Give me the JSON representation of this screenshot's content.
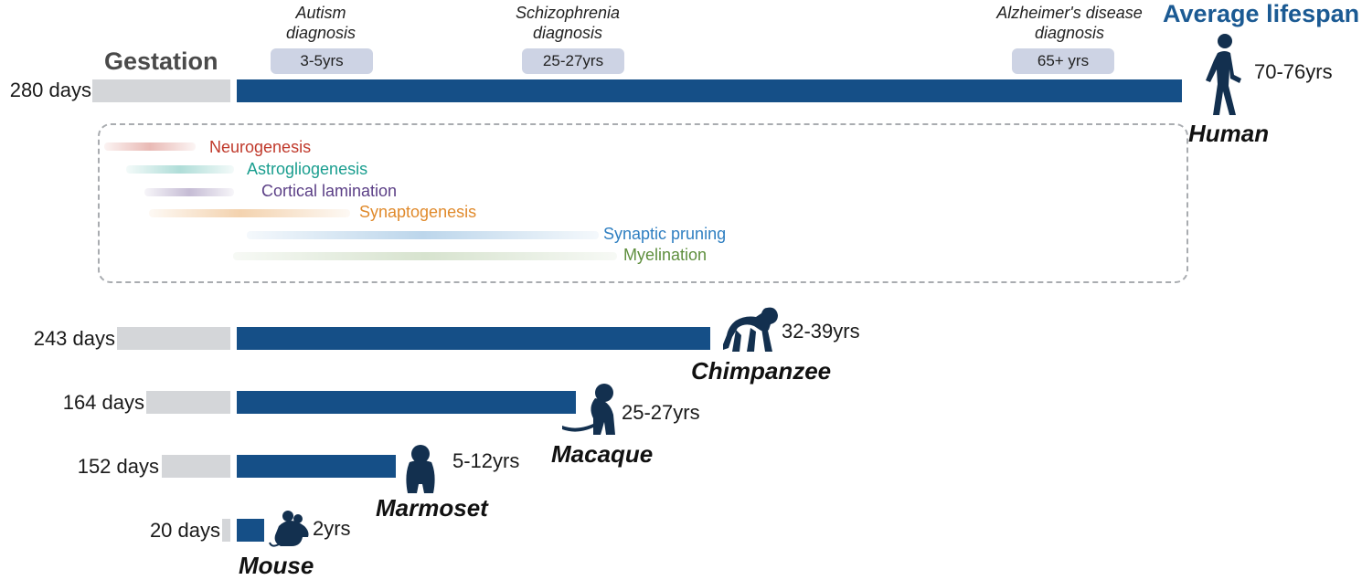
{
  "headings": {
    "gestation": "Gestation",
    "lifespan": "Average lifespan"
  },
  "diagnoses": [
    {
      "name_line1": "Autism",
      "name_line2": "diagnosis",
      "age": "3-5yrs"
    },
    {
      "name_line1": "Schizophrenia",
      "name_line2": "diagnosis",
      "age": "25-27yrs"
    },
    {
      "name_line1": "Alzheimer's disease",
      "name_line2": "diagnosis",
      "age": "65+ yrs"
    }
  ],
  "processes": [
    {
      "label": "Neurogenesis",
      "color": "#c0392b"
    },
    {
      "label": "Astrogliogenesis",
      "color": "#1a9e8f"
    },
    {
      "label": "Cortical lamination",
      "color": "#5b3f86"
    },
    {
      "label": "Synaptogenesis",
      "color": "#e08a2c"
    },
    {
      "label": "Synaptic pruning",
      "color": "#2f7fc1"
    },
    {
      "label": "Myelination",
      "color": "#5f8f3e"
    }
  ],
  "species": [
    {
      "name": "Human",
      "gestation": "280 days",
      "lifespan": "70-76yrs",
      "icon": "walking-person-icon"
    },
    {
      "name": "Chimpanzee",
      "gestation": "243 days",
      "lifespan": "32-39yrs",
      "icon": "chimpanzee-icon"
    },
    {
      "name": "Macaque",
      "gestation": "164 days",
      "lifespan": "25-27yrs",
      "icon": "macaque-icon"
    },
    {
      "name": "Marmoset",
      "gestation": "152 days",
      "lifespan": "5-12yrs",
      "icon": "marmoset-icon"
    },
    {
      "name": "Mouse",
      "gestation": "20 days",
      "lifespan": "2yrs",
      "icon": "mouse-icon"
    }
  ],
  "colors": {
    "lifespan_bar": "#154f87",
    "gestation_bar": "#d4d6d9",
    "badge": "#cdd3e4",
    "lifespan_heading": "#1b5a93",
    "gestation_heading": "#4a4a4a"
  }
}
